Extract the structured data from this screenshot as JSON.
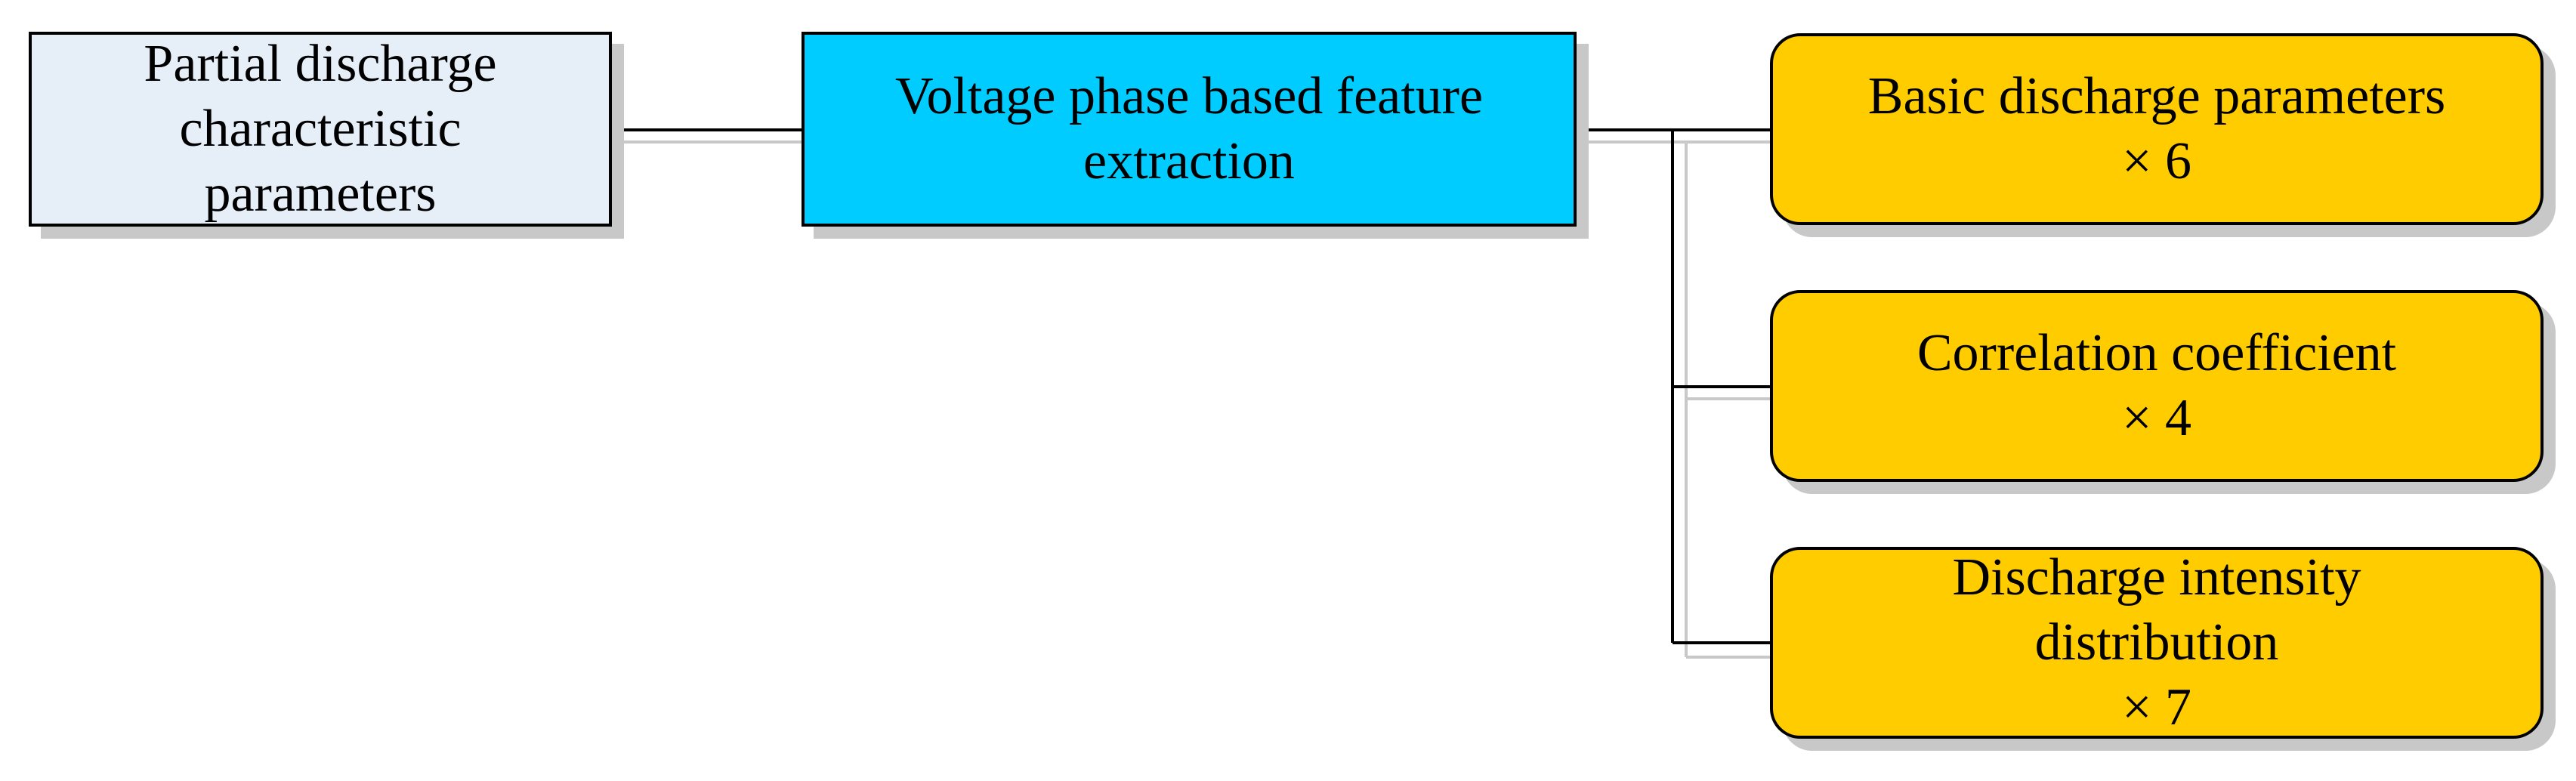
{
  "diagram": {
    "root": {
      "label": "Partial discharge\ncharacteristic\nparameters",
      "fill": "#e6eef8"
    },
    "method": {
      "label": "Voltage phase based feature\nextraction",
      "fill": "#00ccff"
    },
    "outputs": [
      {
        "label": "Basic discharge parameters\n× 6",
        "fill": "#ffcc00"
      },
      {
        "label": "Correlation coefficient\n× 4",
        "fill": "#ffcc00"
      },
      {
        "label": "Discharge intensity\ndistribution\n× 7",
        "fill": "#ffcc00"
      }
    ],
    "colors": {
      "line": "#000000",
      "line_shadow": "#c8c8c8",
      "box_shadow": "#c8c8c8"
    }
  }
}
